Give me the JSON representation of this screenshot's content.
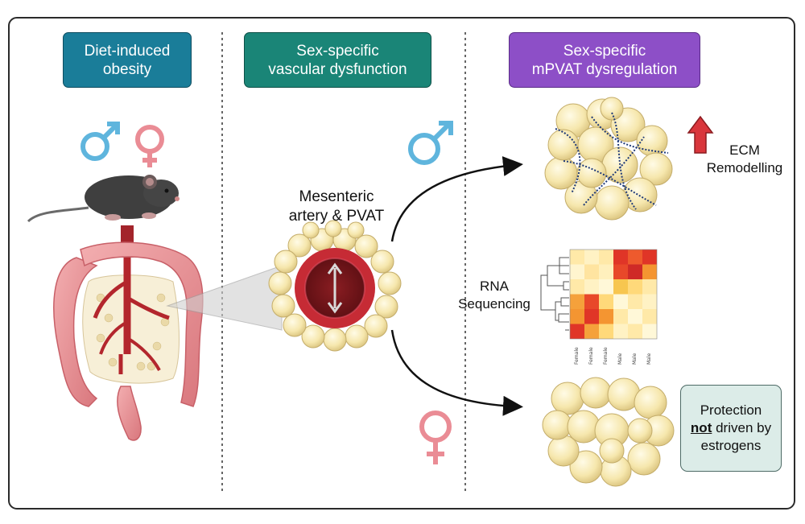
{
  "headers": {
    "obesity": "Diet-induced\nobesity",
    "vascular": "Sex-specific\nvascular dysfunction",
    "mpvat": "Sex-specific\nmPVAT dysregulation"
  },
  "colors": {
    "obesity_header": "#1a7d99",
    "vascular_header": "#1a8577",
    "mpvat_header": "#8d4fc7",
    "male_symbol": "#5fb5dd",
    "female_symbol": "#ea8c95",
    "artery_red": "#b3262d",
    "fat_yellow": "#f6e7ad",
    "arrow_up": "#d9363c"
  },
  "labels": {
    "mesenteric": "Mesenteric\nartery & PVAT",
    "ecm": "ECM\nRemodelling",
    "rna": "RNA\nSequencing",
    "protection_line1": "Protection",
    "protection_bold": "not",
    "protection_line2": "driven by",
    "protection_line3": "estrogens"
  },
  "heatmap": {
    "column_labels": [
      "Female",
      "Female",
      "Female",
      "Male",
      "Male",
      "Male"
    ],
    "cells": [
      [
        "#ffe9a8",
        "#fff2c4",
        "#ffe9a8",
        "#e03527",
        "#ee5a2d",
        "#e03527"
      ],
      [
        "#fff5cf",
        "#ffe4a0",
        "#fff0bd",
        "#e8482a",
        "#cf2a27",
        "#f49531"
      ],
      [
        "#ffe9a8",
        "#fff2c4",
        "#fff8d8",
        "#f7c64f",
        "#ffd97a",
        "#ffe9a8"
      ],
      [
        "#f5a13b",
        "#e8482a",
        "#ffd97a",
        "#fff8d8",
        "#ffe9a8",
        "#fff2c4"
      ],
      [
        "#f49531",
        "#e03527",
        "#f49531",
        "#ffe9a8",
        "#fff8d8",
        "#ffe9a8"
      ],
      [
        "#e03527",
        "#f5a13b",
        "#ffd97a",
        "#fff2c4",
        "#ffe9a8",
        "#fff8d8"
      ]
    ]
  }
}
